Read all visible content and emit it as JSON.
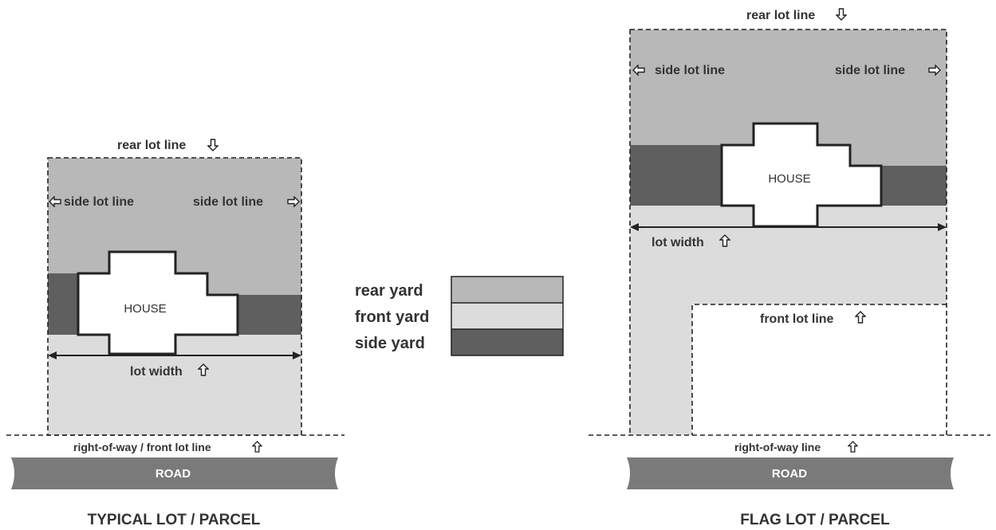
{
  "colors": {
    "rear_yard": "#b8b8b8",
    "front_yard": "#dcdcdc",
    "side_yard": "#5f5f5f",
    "road": "#7a7a7a",
    "line": "#222222"
  },
  "legend": {
    "rear_yard": "rear yard",
    "front_yard": "front yard",
    "side_yard": "side yard"
  },
  "typical_lot": {
    "caption": "TYPICAL LOT / PARCEL",
    "rear_lot_line": "rear lot line",
    "side_lot_line_left": "side lot line",
    "side_lot_line_right": "side lot line",
    "house": "HOUSE",
    "lot_width": "lot width",
    "right_of_way": "right-of-way / front lot line",
    "road": "ROAD"
  },
  "flag_lot": {
    "caption": "FLAG LOT / PARCEL",
    "rear_lot_line": "rear lot line",
    "side_lot_line_left": "side lot line",
    "side_lot_line_right": "side lot line",
    "house": "HOUSE",
    "lot_width": "lot width",
    "front_lot_line": "front lot line",
    "right_of_way": "right-of-way line",
    "road": "ROAD"
  }
}
